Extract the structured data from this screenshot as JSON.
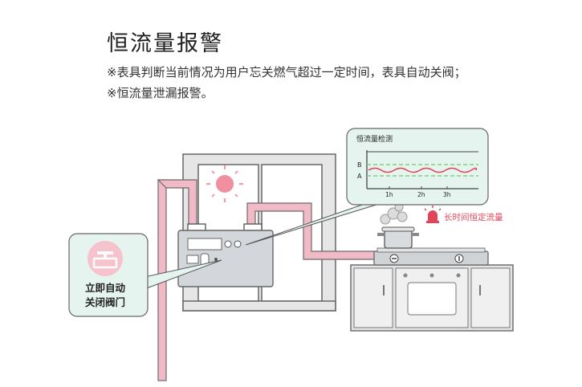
{
  "title": "恒流量报警",
  "notes": [
    "※表具判断当前情况为用户忘关燃气超过一定时间，表具自动关阀；",
    "※恒流量泄漏报警。"
  ],
  "diagram": {
    "monitor_title": "恒流量检测",
    "line_b": "B",
    "line_a": "A",
    "ticks": [
      "1h",
      "2h",
      "3h"
    ],
    "alarm_text": "长时间恒定流量",
    "valve_label_line1": "立即自动",
    "valve_label_line2": "关闭阀门"
  },
  "colors": {
    "pipe": "#f2b9c6",
    "pipe_stroke": "#6b6b6b",
    "callout_fill": "#e6f4ef",
    "sun": "#f08f9d",
    "alarm_red": "#e0455a",
    "dashed_green": "#7ed07e",
    "wave": "#e83e57",
    "meter_fill": "#d3d6da"
  },
  "icons": [
    "sun-icon",
    "valve-icon",
    "alarm-light-icon",
    "steam-icon",
    "pot-icon",
    "stove-knob-icon"
  ]
}
